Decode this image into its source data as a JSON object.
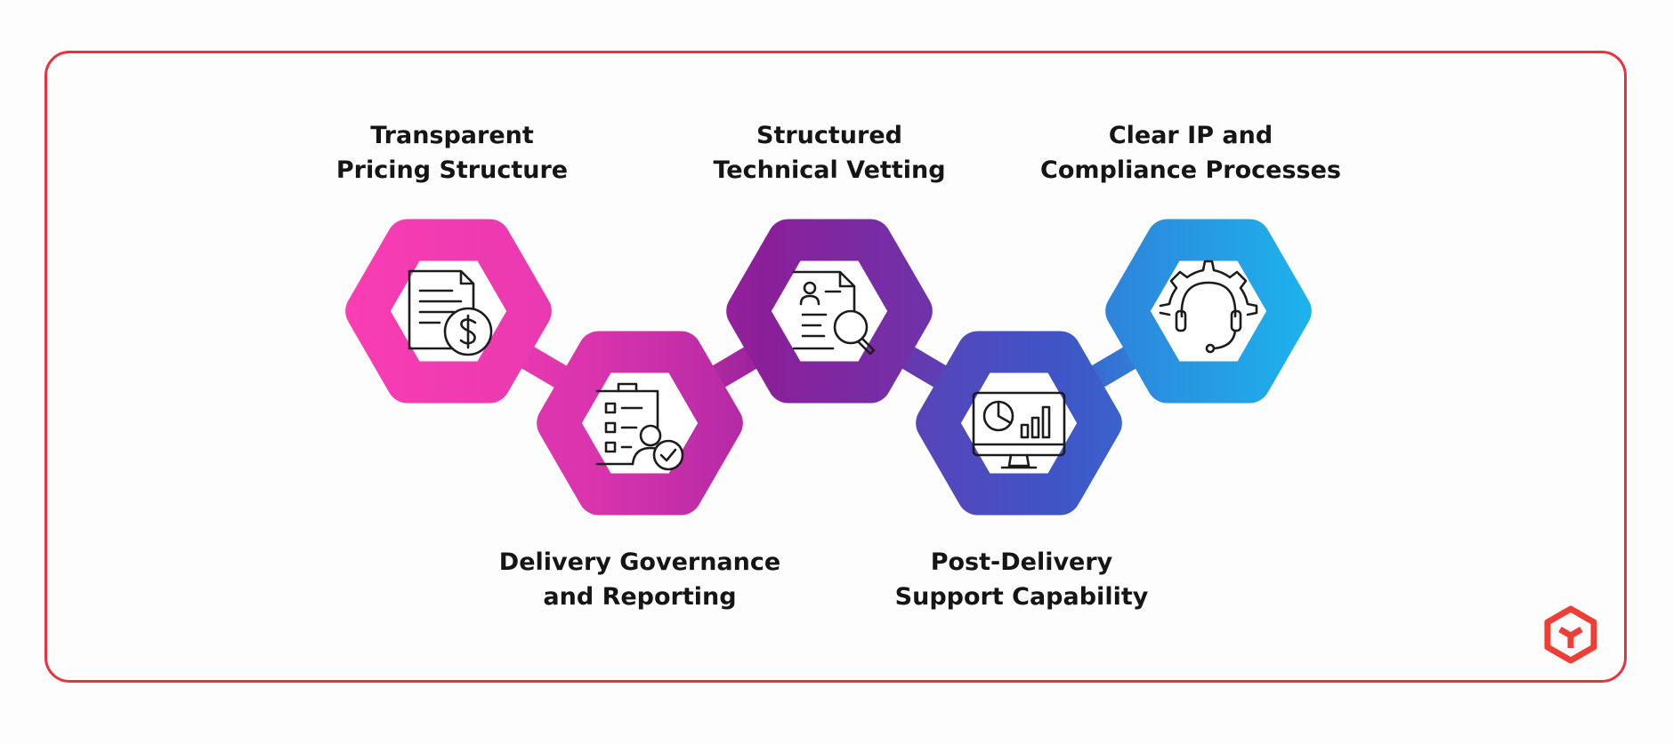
{
  "steps": [
    {
      "title_line1": "Transparent",
      "title_line2": "Pricing Structure",
      "icon": "pricing-document-icon",
      "color": "#ff3fb4"
    },
    {
      "title_line1": "Delivery Governance",
      "title_line2": "and Reporting",
      "icon": "checklist-user-icon",
      "color": "#d934ae"
    },
    {
      "title_line1": "Structured",
      "title_line2": "Technical Vetting",
      "icon": "document-search-icon",
      "color": "#8a1f99"
    },
    {
      "title_line1": "Post-Delivery",
      "title_line2": "Support Capability",
      "icon": "monitor-analytics-icon",
      "color": "#3f55c7"
    },
    {
      "title_line1": "Clear IP and",
      "title_line2": "Compliance Processes",
      "icon": "headset-gear-icon",
      "color": "#17c5f5"
    }
  ],
  "colors": {
    "frame": "#e8323c",
    "logo": "#ef3e36"
  },
  "logo": {
    "icon": "brand-cube-logo-icon"
  }
}
